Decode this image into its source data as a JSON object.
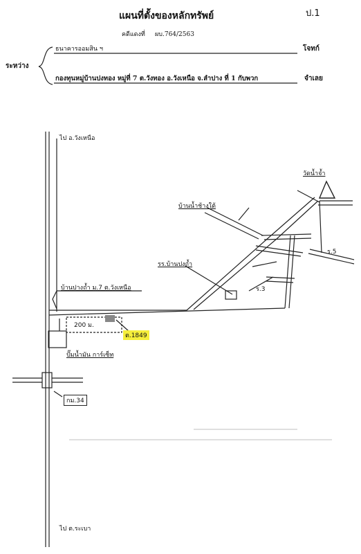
{
  "header": {
    "title": "แผนที่ตั้งของหลักทรัพย์",
    "case_label": "คดีแดงที่",
    "case_number": "ผบ.764/2563",
    "page_mark": "ป.1"
  },
  "parties": {
    "between_label": "ระหว่าง",
    "plaintiff": "ธนาคารออมสิน ฯ",
    "plaintiff_role": "โจทก์",
    "defendant": "กองทุนหมู่บ้านปงทอง หมู่ที่ 7 ต.วังทอง อ.วังเหนือ จ.ลำปาง ที่ 1 กับพวก",
    "defendant_role": "จำเลย"
  },
  "map": {
    "top_direction": "ไป อ.วังเหนือ",
    "bottom_direction": "ไป ต.ระเบา",
    "temple": "วัดน้ำจ้ำ",
    "village_upper": "บ้านน้ำช้างใต้",
    "school": "รร.บ้านปงถ้ำ",
    "road_label_right": "ร.5",
    "road_label_mid": "ร.3",
    "village_left": "บ้านปางถ้ำ ม.7 ต.วังเหนือ",
    "distance": "200 ม.",
    "property_label": "ต.1849",
    "gas_station": "ปั๊มน้ำมัน การ์เซ็ท",
    "km_marker": "กม.34"
  }
}
